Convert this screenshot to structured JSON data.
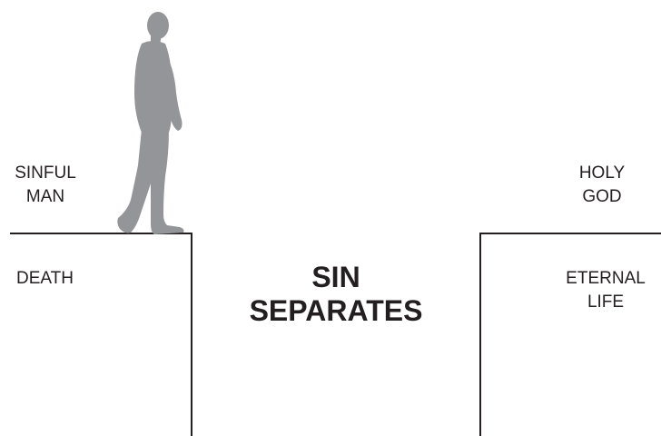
{
  "left_side": {
    "top_label": [
      "SINFUL",
      "MAN"
    ],
    "bottom_label": "DEATH"
  },
  "right_side": {
    "top_label": [
      "HOLY",
      "GOD"
    ],
    "bottom_label": [
      "ETERNAL",
      "LIFE"
    ]
  },
  "center": {
    "lines": [
      "SIN",
      "SEPARATES"
    ]
  },
  "colors": {
    "ink": "#231f20",
    "figure": "#939598",
    "background": "#ffffff"
  },
  "icons": {
    "figure": "walking-man-silhouette-icon"
  }
}
